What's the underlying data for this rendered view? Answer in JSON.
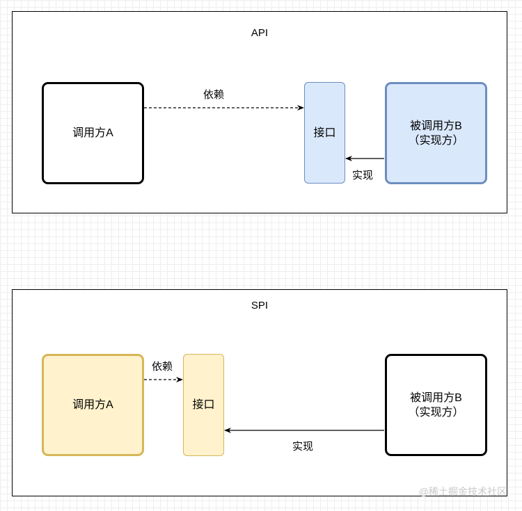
{
  "api": {
    "title": "API",
    "caller": "调用方A",
    "interface": "接口",
    "provider": "被调用方B\n（实现方）",
    "depend_label": "依赖",
    "implement_label": "实现"
  },
  "spi": {
    "title": "SPI",
    "caller": "调用方A",
    "interface": "接口",
    "provider": "被调用方B\n（实现方）",
    "depend_label": "依赖",
    "implement_label": "实现"
  },
  "colors": {
    "api_blue_fill": "#dae8fc",
    "api_blue_stroke": "#6c8ebf",
    "spi_yellow_fill": "#fff2cc",
    "spi_yellow_stroke": "#d6b656"
  },
  "watermark": "@稀土掘金技术社区"
}
